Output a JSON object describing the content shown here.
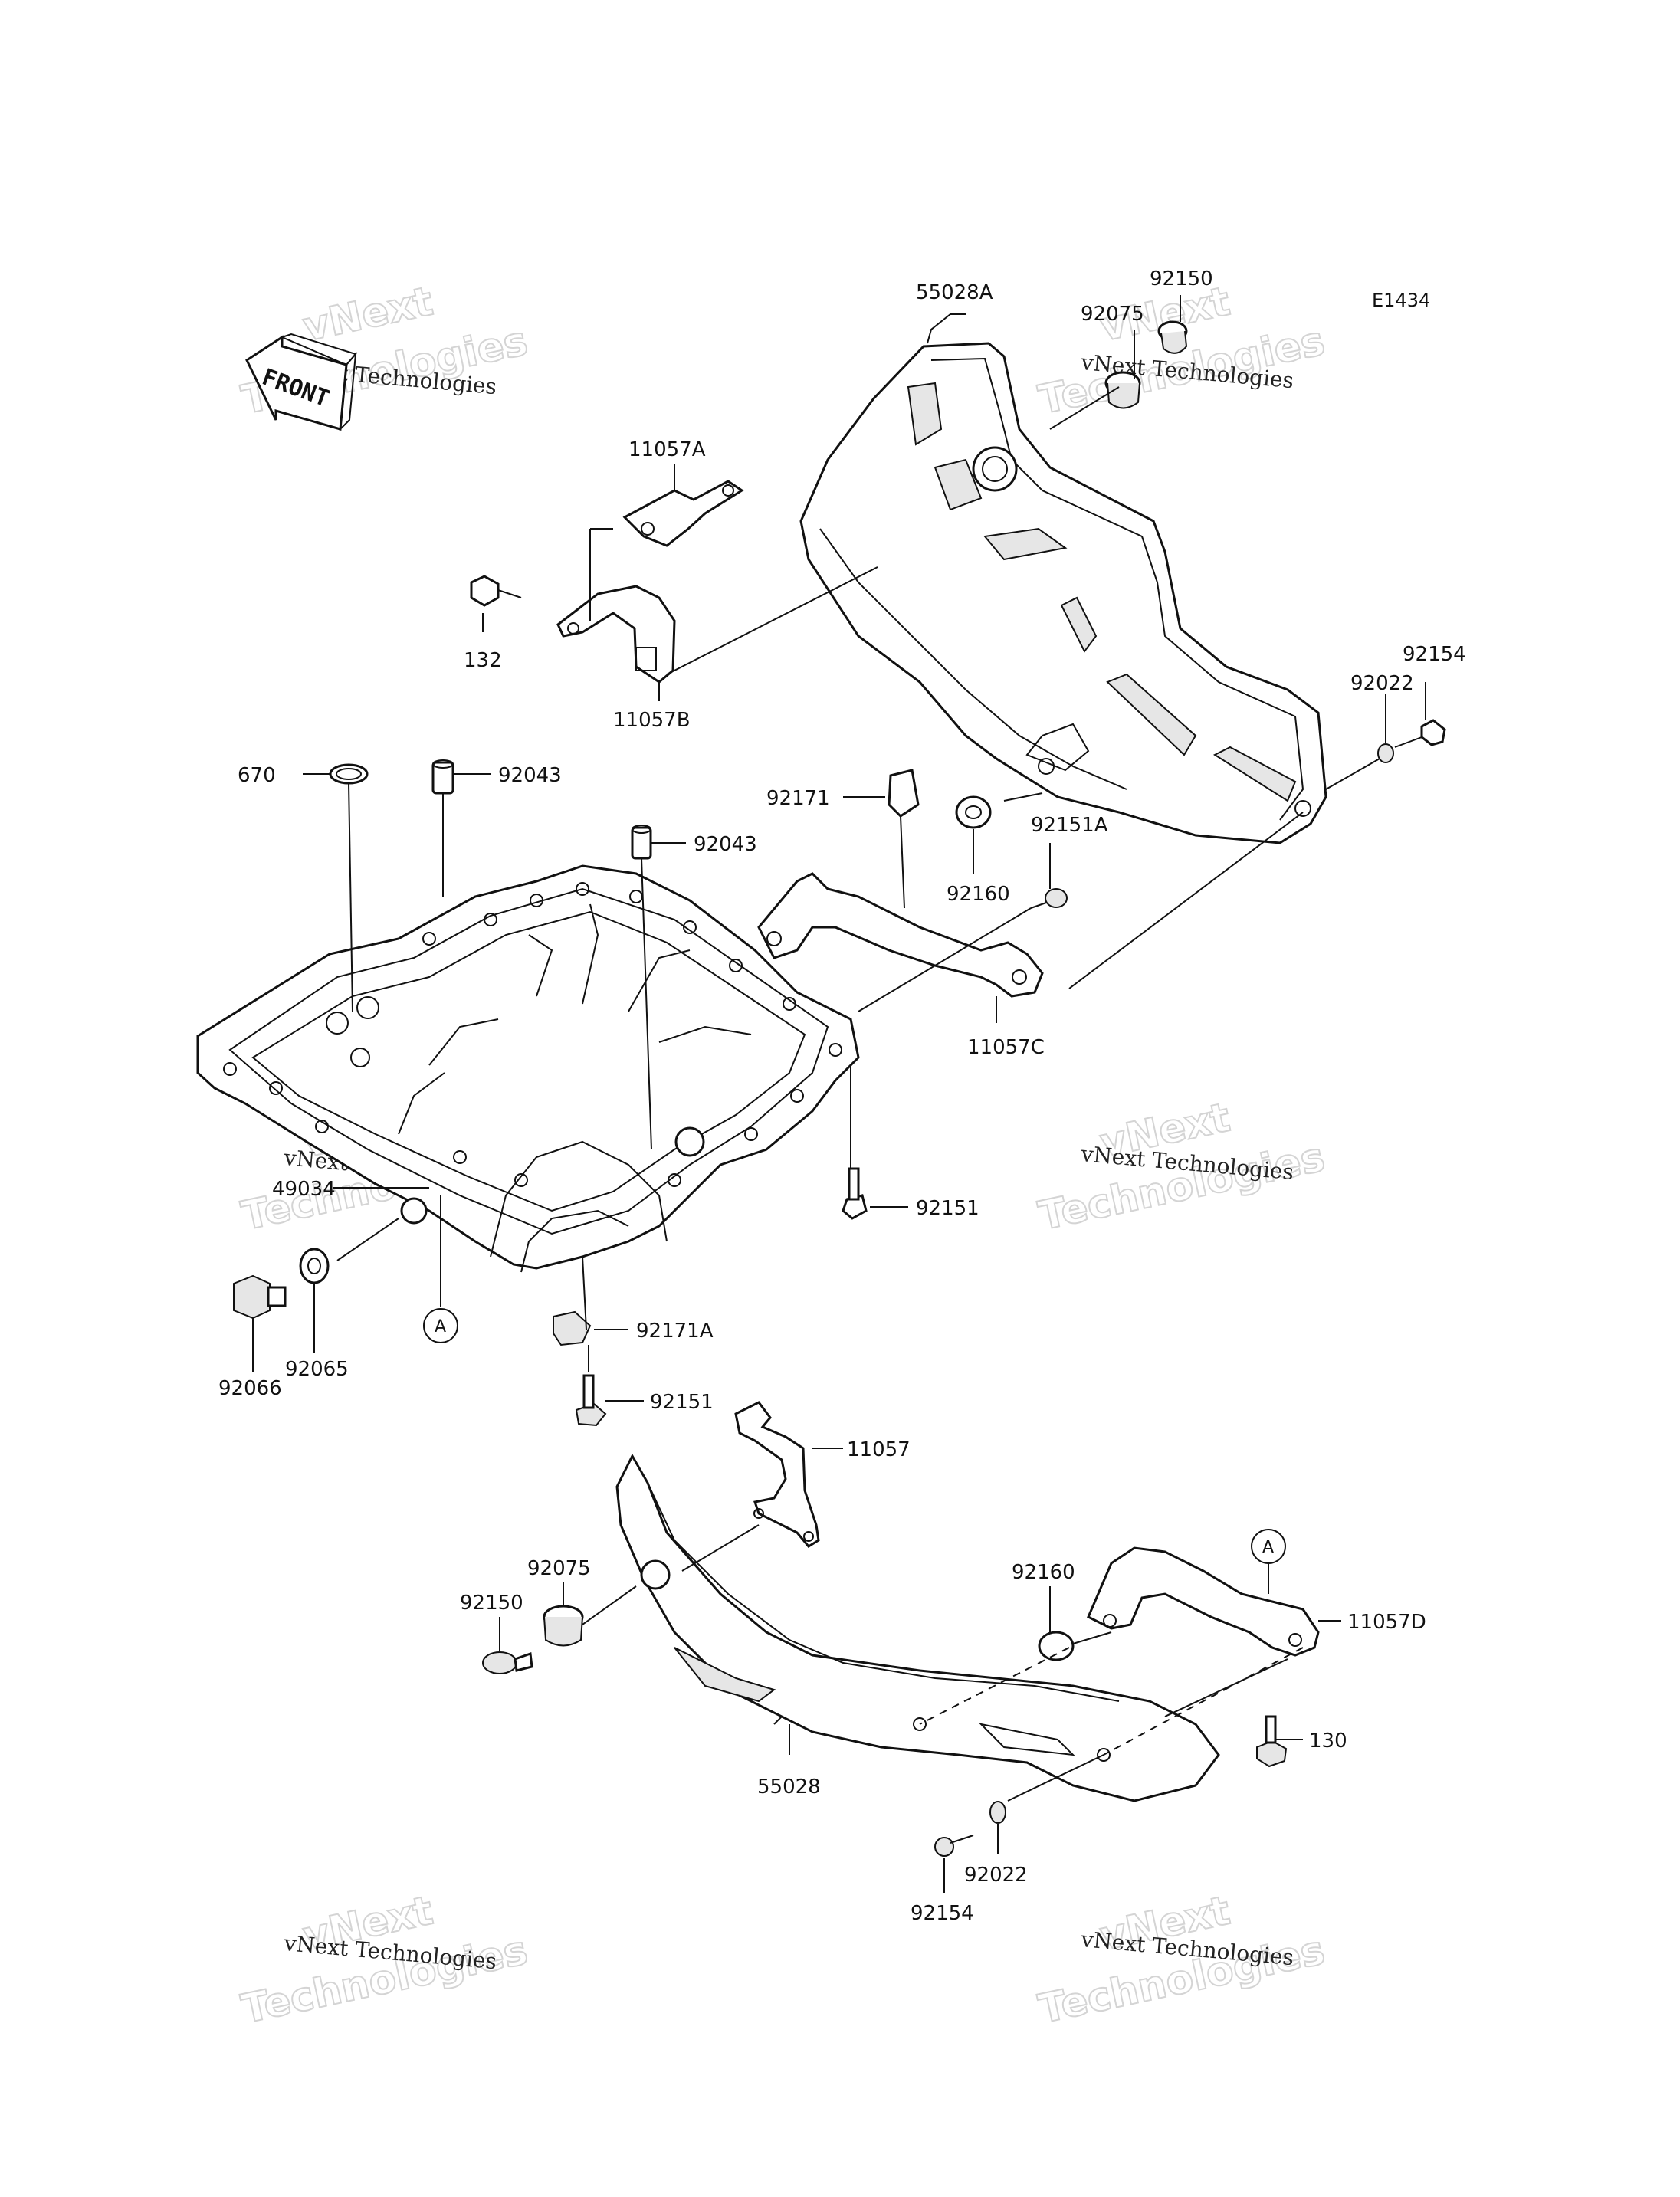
{
  "diagram_code": "E1434",
  "front_arrow": {
    "text": "FRONT",
    "icon": "front-direction-arrow-icon"
  },
  "watermark": {
    "line1": "vNext Technologies",
    "big1": "vNext",
    "big2": "Technologies"
  },
  "reference_marker": "A",
  "labels": {
    "p55028A": "55028A",
    "p92150_top": "92150",
    "p92075_top": "92075",
    "p11057A": "11057A",
    "p132": "132",
    "p11057B": "11057B",
    "p92154_top": "92154",
    "p92022_top": "92022",
    "p670": "670",
    "p92043_a": "92043",
    "p92043_b": "92043",
    "p92171": "92171",
    "p92151A": "92151A",
    "p92160_top": "92160",
    "p11057C": "11057C",
    "p49034": "49034",
    "p92151_a": "92151",
    "p92065": "92065",
    "p92066": "92066",
    "p92171A": "92171A",
    "p92151_b": "92151",
    "p11057": "11057",
    "p92075_bot": "92075",
    "p92150_bot": "92150",
    "p92160_bot": "92160",
    "p11057D": "11057D",
    "p130": "130",
    "p55028": "55028",
    "p92022_bot": "92022",
    "p92154_bot": "92154"
  }
}
